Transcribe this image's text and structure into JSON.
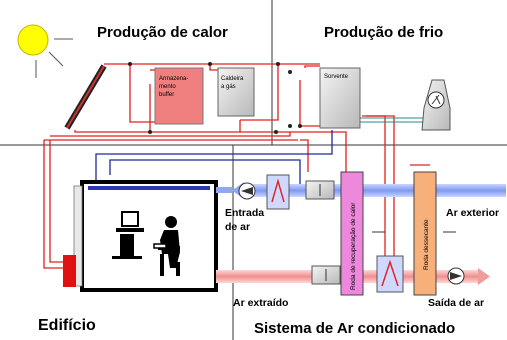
{
  "quadrants": {
    "heat_production": "Produção de calor",
    "cold_production": "Produção de frio",
    "building": "Edifício",
    "hvac_system": "Sistema de Ar condicionado"
  },
  "components": {
    "buffer_storage": [
      "Armazena-",
      "mento",
      "buffer"
    ],
    "gas_boiler": [
      "Caldeira",
      "a gás"
    ],
    "sorbent": "Sorvente",
    "heat_recovery_wheel": "Roda de recuperação de calor",
    "desiccant_wheel": "Roda dessecante"
  },
  "airflow_labels": {
    "air_inlet": [
      "Entrada",
      "de ar"
    ],
    "outside_air": "Ar exterior",
    "exhaust_air": "Ar extraído",
    "supply_air": "Saída de ar"
  },
  "colors": {
    "hot_pipe": "#e0201c",
    "cold_pipe": "#1c2a9c",
    "blue_duct": "#8fa8f0",
    "red_duct": "#f0a0a0",
    "buffer_fill": "#f08080",
    "wheel_pink": "#ee88dd",
    "wheel_orange": "#f7b07a",
    "sun": "#ffff00"
  }
}
